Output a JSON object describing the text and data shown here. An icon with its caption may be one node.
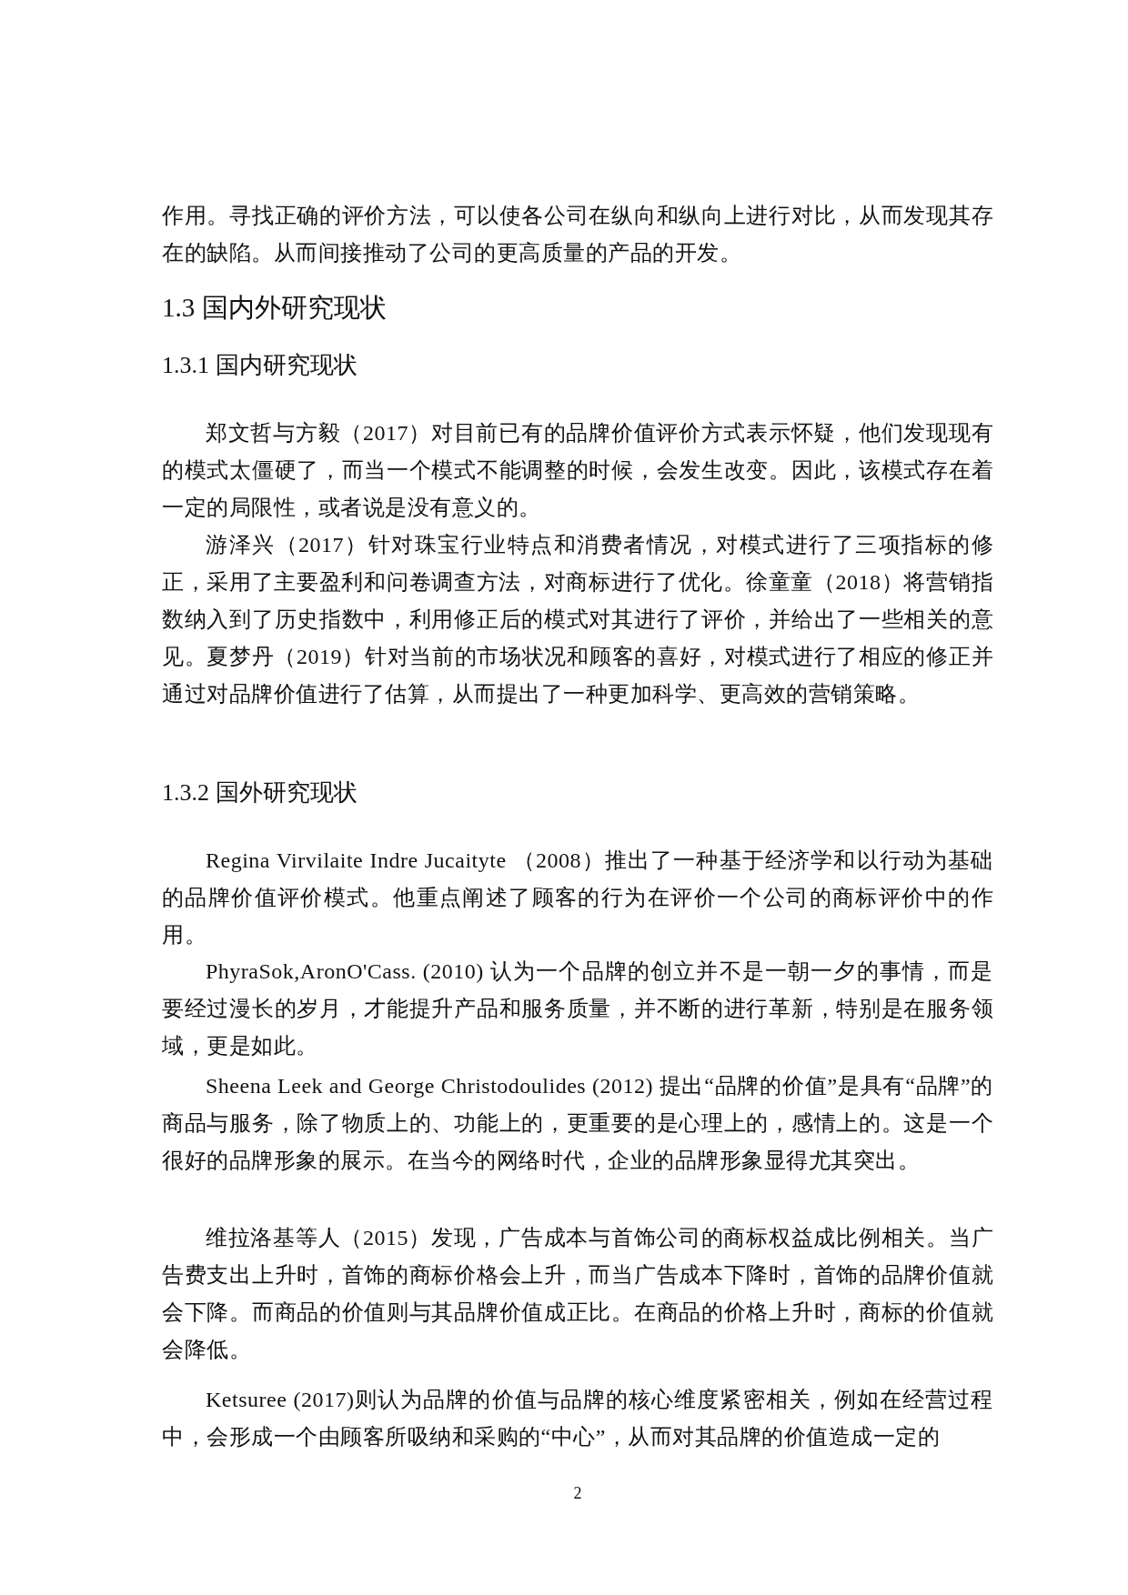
{
  "diagram": {
    "labels": [
      "作用。寻找正确的评价方法，可以使各公司在纵向和纵向上进行对比，从而发现其存在的缺陷。从而间接推动了公司的更高质量的产品的开发。",
      "1.3 国内外研究现状",
      "1.3.1 国内研究现状",
      "郑文哲与方毅（2017）对目前已有的品牌价值评价方式表示怀疑，他们发现现有的模式太僵硬了，而当一个模式不能调整的时候，会发生改变。因此，该模式存在着一定的局限性，或者说是没有意义的。",
      "游泽兴（2017）针对珠宝行业特点和消费者情况，对模式进行了三项指标的修正，采用了主要盈利和问卷调查方法，对商标进行了优化。徐童童（2018）将营销指数纳入到了历史指数中，利用修正后的模式对其进行了评价，并给出了一些相关的意见。夏梦丹（2019）针对当前的市场状况和顾客的喜好，对模式进行了相应的修正并通过对品牌价值进行了估算，从而提出了一种更加科学、更高效的营销策略。",
      "1.3.2 国外研究现状",
      "Regina Virvilaite Indre Jucaityte （2008）推出了一种基于经济学和以行动为基础的品牌价值评价模式。他重点阐述了顾客的行为在评价一个公司的商标评价中的作用。",
      "PhyraSok,AronO'Cass. (2010) 认为一个品牌的创立并不是一朝一夕的事情，而是要经过漫长的岁月，才能提升产品和服务质量，并不断的进行革新，特别是在服务领域，更是如此。",
      "Sheena Leek and George Christodoulides (2012) 提出“品牌的价值”是具有“品牌”的商品与服务，除了物质上的、功能上的，更重要的是心理上的，感情上的。这是一个很好的品牌形象的展示。在当今的网络时代，企业的品牌形象显得尤其突出。",
      "维拉洛基等人（2015）发现，广告成本与首饰公司的商标权益成比例相关。当广告费支出上升时，首饰的商标价格会上升，而当广告成本下降时，首饰的品牌价值就会下降。而商品的价值则与其品牌价值成正比。在商品的价格上升时，商标的价值就会降低。",
      "Ketsuree (2017)则认为品牌的价值与品牌的核心维度紧密相关，例如在经营过程中，会形成一个由顾客所吸纳和采购的“中心”，从而对其品牌的价值造成一定的",
      "2"
    ]
  }
}
